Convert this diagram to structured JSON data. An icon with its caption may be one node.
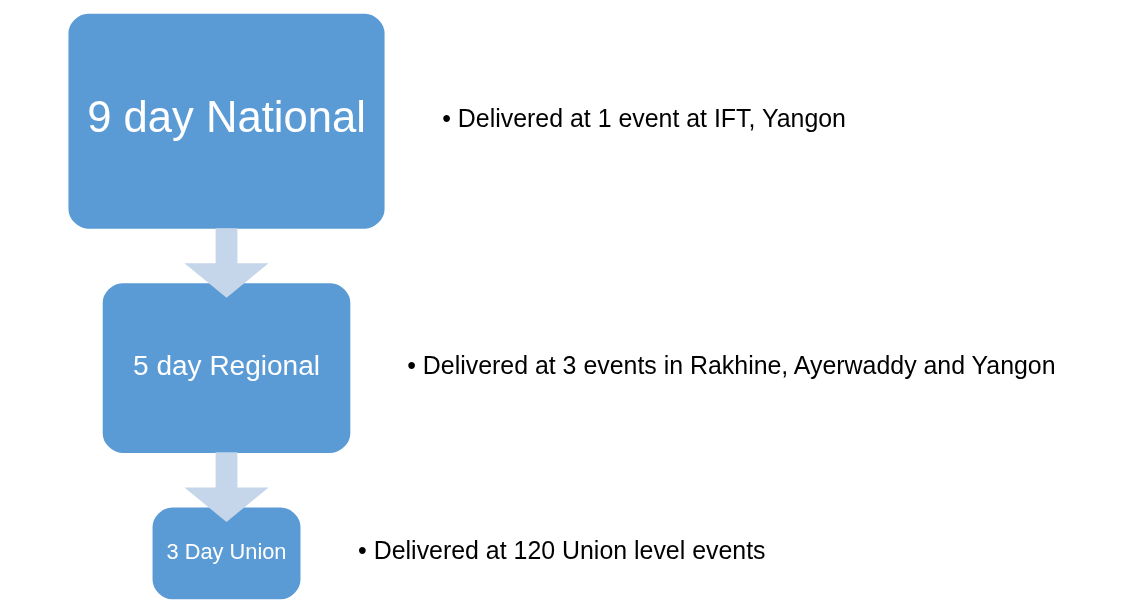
{
  "diagram": {
    "nodes": [
      {
        "text": [
          "9 day National"
        ],
        "beside": [
          "• Delivered at 1 event at IFT, Yangon"
        ]
      },
      {
        "text": [
          "5 day Regional"
        ],
        "beside": [
          "• Delivered at 3 events in Rakhine, Ayerwaddy and Yangon"
        ]
      },
      {
        "text": [
          "3 Day Union"
        ],
        "beside": [
          "• Delivered at 120 Union level events"
        ]
      }
    ],
    "edges": [
      {
        "from": 0,
        "to": 1,
        "arrow": "to"
      },
      {
        "from": 1,
        "to": 2,
        "arrow": "to"
      }
    ]
  }
}
